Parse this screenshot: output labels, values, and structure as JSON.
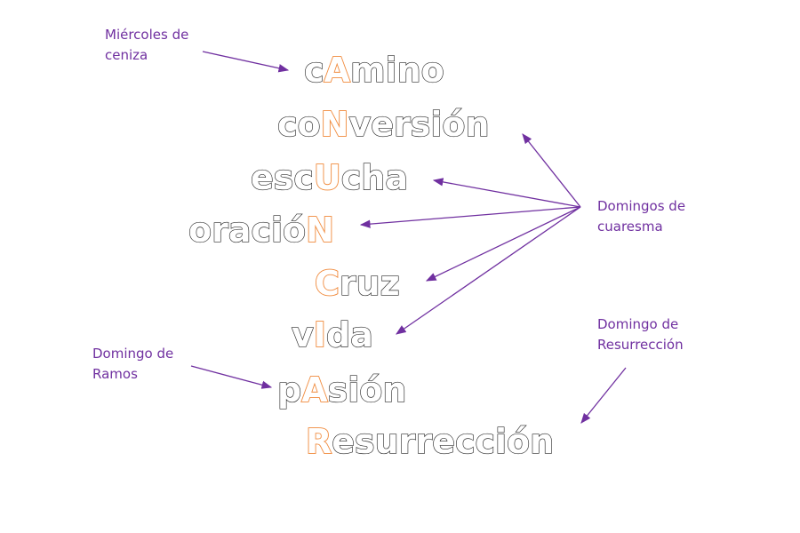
{
  "words": [
    {
      "pre": "c",
      "hl": "A",
      "post": "mino"
    },
    {
      "pre": "co",
      "hl": "N",
      "post": "versión"
    },
    {
      "pre": "esc",
      "hl": "U",
      "post": "cha"
    },
    {
      "pre": "oració",
      "hl": "N",
      "post": ""
    },
    {
      "pre": "",
      "hl": "C",
      "post": "ruz"
    },
    {
      "pre": "v",
      "hl": "I",
      "post": "da"
    },
    {
      "pre": "p",
      "hl": "A",
      "post": "sión"
    },
    {
      "pre": "",
      "hl": "R",
      "post": "esurrección"
    }
  ],
  "annotations": {
    "miercoles": {
      "line1": "Miércoles de",
      "line2": "ceniza"
    },
    "domingos": {
      "line1": "Domingos de",
      "line2": "cuaresma"
    },
    "ramos": {
      "line1": "Domingo de",
      "line2": "Ramos"
    },
    "resurreccion": {
      "line1": "Domingo de",
      "line2": "Resurrección"
    }
  },
  "colors": {
    "highlight": "#f08a3c",
    "annotation": "#7030a0",
    "outline": "#2a2a2a"
  }
}
